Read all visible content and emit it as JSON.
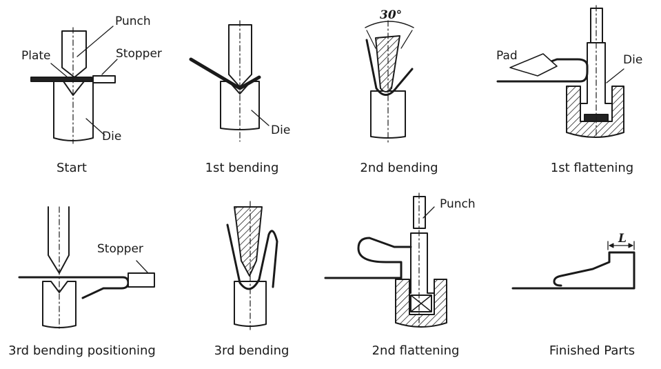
{
  "captions": {
    "start": "Start",
    "bend1": "1st bending",
    "bend2": "2nd bending",
    "flat1": "1st flattening",
    "pos3": "3rd bending positioning",
    "bend3": "3rd bending",
    "flat2": "2nd flattening",
    "finished": "Finished Parts"
  },
  "labels": {
    "punch": "Punch",
    "plate": "Plate",
    "stopper": "Stopper",
    "die": "Die",
    "angle": "30°",
    "pad": "Pad",
    "length": "L"
  }
}
